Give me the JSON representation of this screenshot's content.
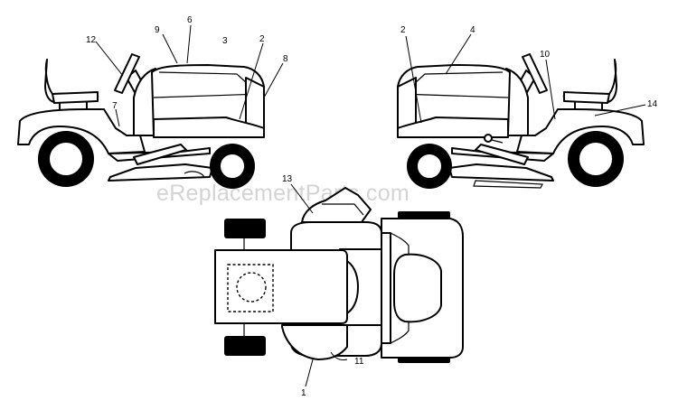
{
  "watermark": "eReplacementParts.com",
  "callouts": {
    "c12": "12",
    "c9": "9",
    "c6": "6",
    "c3": "3",
    "c2a": "2",
    "c8": "8",
    "c7": "7",
    "c2b": "2",
    "c4": "4",
    "c10": "10",
    "c14": "14",
    "c13": "13",
    "c11": "11",
    "c1": "1"
  }
}
